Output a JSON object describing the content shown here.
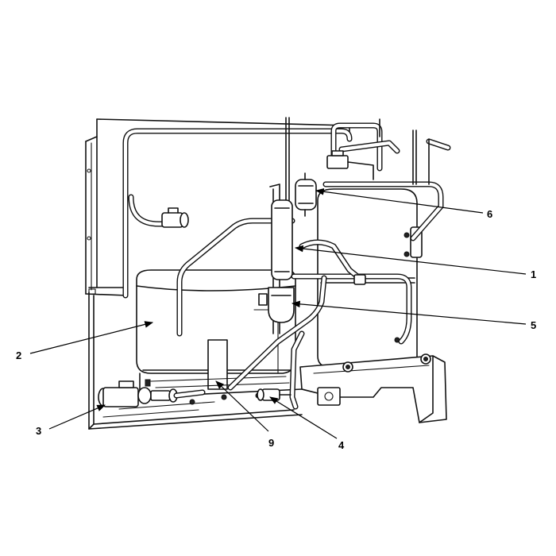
{
  "callouts": [
    {
      "id": "1",
      "label": "1"
    },
    {
      "id": "2",
      "label": "2"
    },
    {
      "id": "3",
      "label": "3"
    },
    {
      "id": "4",
      "label": "4"
    },
    {
      "id": "5",
      "label": "5"
    },
    {
      "id": "6",
      "label": "6"
    },
    {
      "id": "9",
      "label": "9"
    }
  ],
  "colors": {
    "line": "#111111",
    "background": "#ffffff"
  }
}
